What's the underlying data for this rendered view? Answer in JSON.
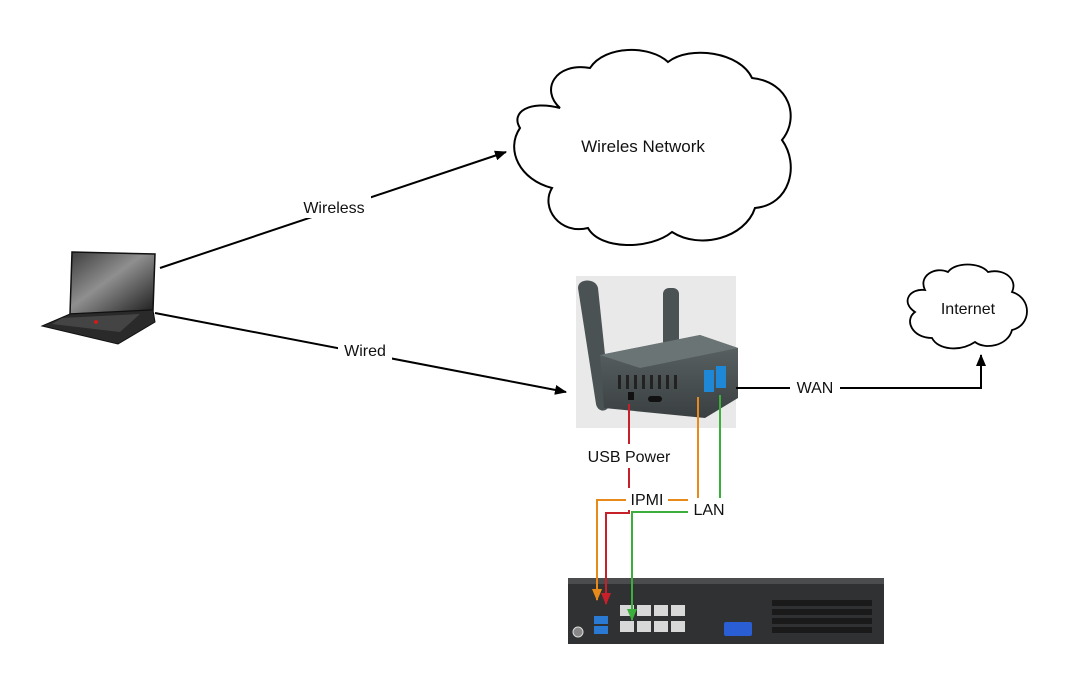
{
  "nodes": {
    "wireless_network": {
      "label": "Wireles Network"
    },
    "internet": {
      "label": "Internet"
    },
    "laptop": {
      "label": ""
    },
    "router": {
      "label": ""
    },
    "server": {
      "label": ""
    }
  },
  "edges": {
    "wireless": {
      "label": "Wireless"
    },
    "wired": {
      "label": "Wired"
    },
    "wan": {
      "label": "WAN"
    },
    "usb_power": {
      "label": "USB Power"
    },
    "ipmi": {
      "label": "IPMI"
    },
    "lan": {
      "label": "LAN"
    }
  },
  "colors": {
    "usb_power_line": "#c8202a",
    "ipmi_line": "#e88a1a",
    "lan_line": "#3cae3c",
    "line": "#000000"
  }
}
